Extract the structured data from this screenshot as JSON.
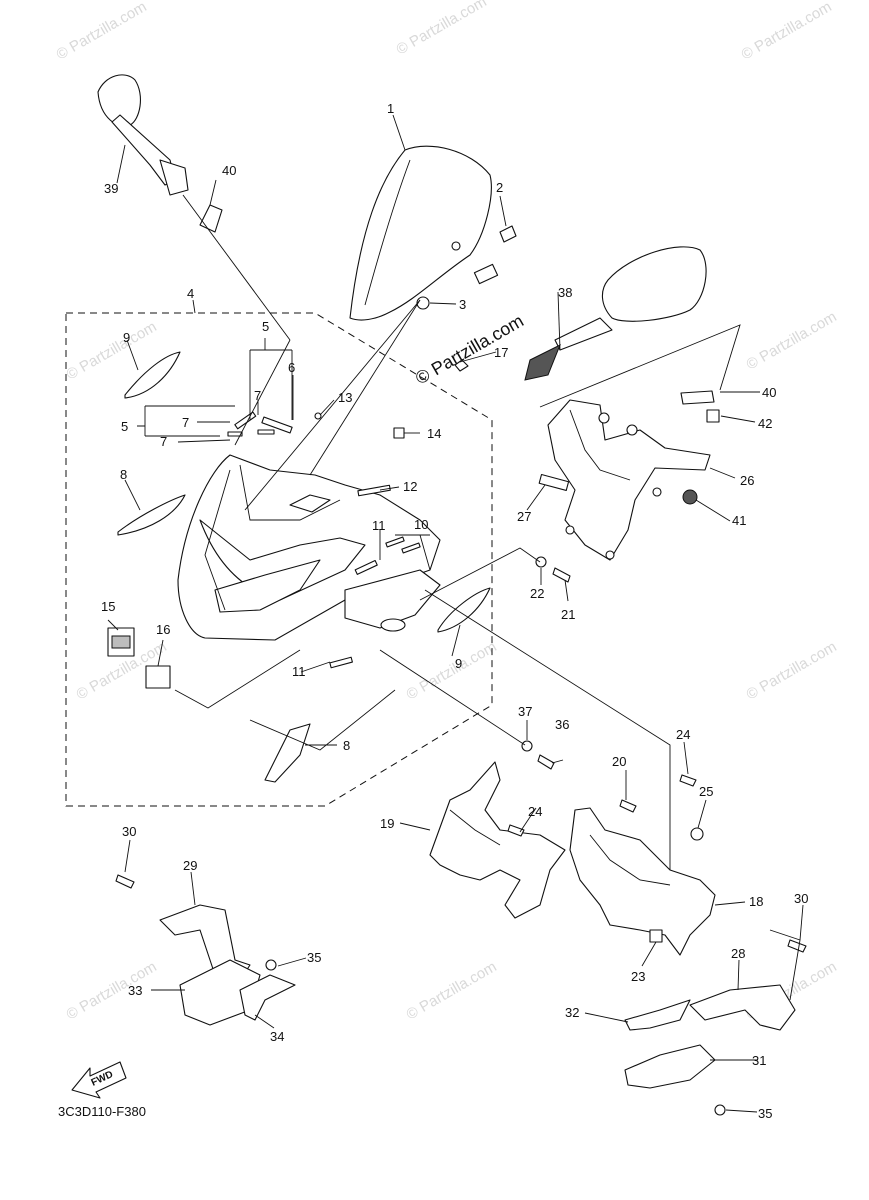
{
  "diagram": {
    "code": "3C3D110-F380",
    "fwd_label": "FWD",
    "watermark_center": "© Partzilla.com",
    "watermark_small": "© Partzilla.com",
    "callouts": {
      "c1": "1",
      "c2": "2",
      "c3": "3",
      "c4": "4",
      "c5a": "5",
      "c5b": "5",
      "c6": "6",
      "c7a": "7",
      "c7b": "7",
      "c7c": "7",
      "c8a": "8",
      "c8b": "8",
      "c9a": "9",
      "c9b": "9",
      "c10": "10",
      "c11a": "11",
      "c11b": "11",
      "c12": "12",
      "c13": "13",
      "c14": "14",
      "c15": "15",
      "c16": "16",
      "c17": "17",
      "c18": "18",
      "c19": "19",
      "c20": "20",
      "c21": "21",
      "c22": "22",
      "c23": "23",
      "c24a": "24",
      "c24b": "24",
      "c25": "25",
      "c26": "26",
      "c27": "27",
      "c28": "28",
      "c29": "29",
      "c30a": "30",
      "c30b": "30",
      "c31": "31",
      "c32": "32",
      "c33": "33",
      "c34": "34",
      "c35a": "35",
      "c35b": "35",
      "c36": "36",
      "c37": "37",
      "c38": "38",
      "c39": "39",
      "c40a": "40",
      "c40b": "40",
      "c41": "41",
      "c42": "42"
    }
  }
}
